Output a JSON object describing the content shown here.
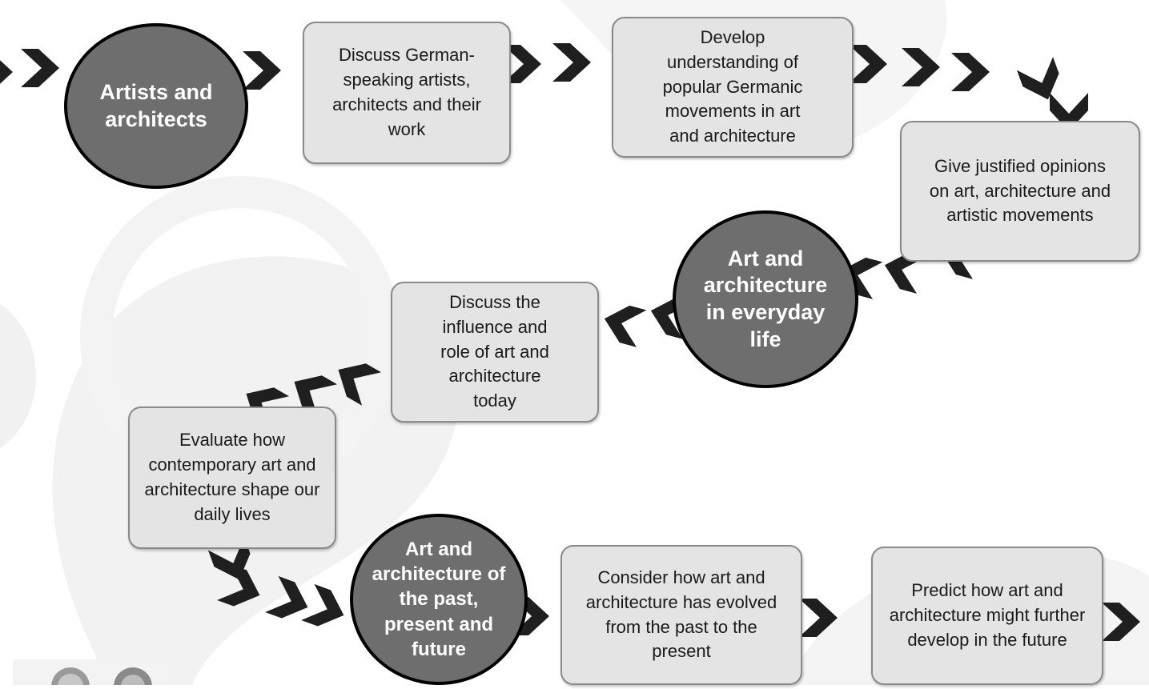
{
  "stages": [
    {
      "label": "Artists and architects"
    },
    {
      "label": "Art and architecture in everyday life"
    },
    {
      "label": "Art and architecture of the past, present and future"
    }
  ],
  "steps": [
    {
      "label": "Discuss German-speaking artists, architects and their work"
    },
    {
      "label": "Develop understanding of popular Germanic movements in art and architecture"
    },
    {
      "label": "Give justified opinions on art, architecture and artistic movements"
    },
    {
      "label": "Discuss the influence and role of art and architecture today"
    },
    {
      "label": "Evaluate how contemporary art and architecture shape our daily lives"
    },
    {
      "label": "Consider how art and architecture has evolved from the past to the present"
    },
    {
      "label": "Predict how art and architecture might further develop in the future"
    }
  ],
  "colors": {
    "stage_fill": "#6e6e6e",
    "step_fill": "#e4e4e4",
    "chevron": "#1f1f1f",
    "watermark": "#f2f2f2"
  }
}
